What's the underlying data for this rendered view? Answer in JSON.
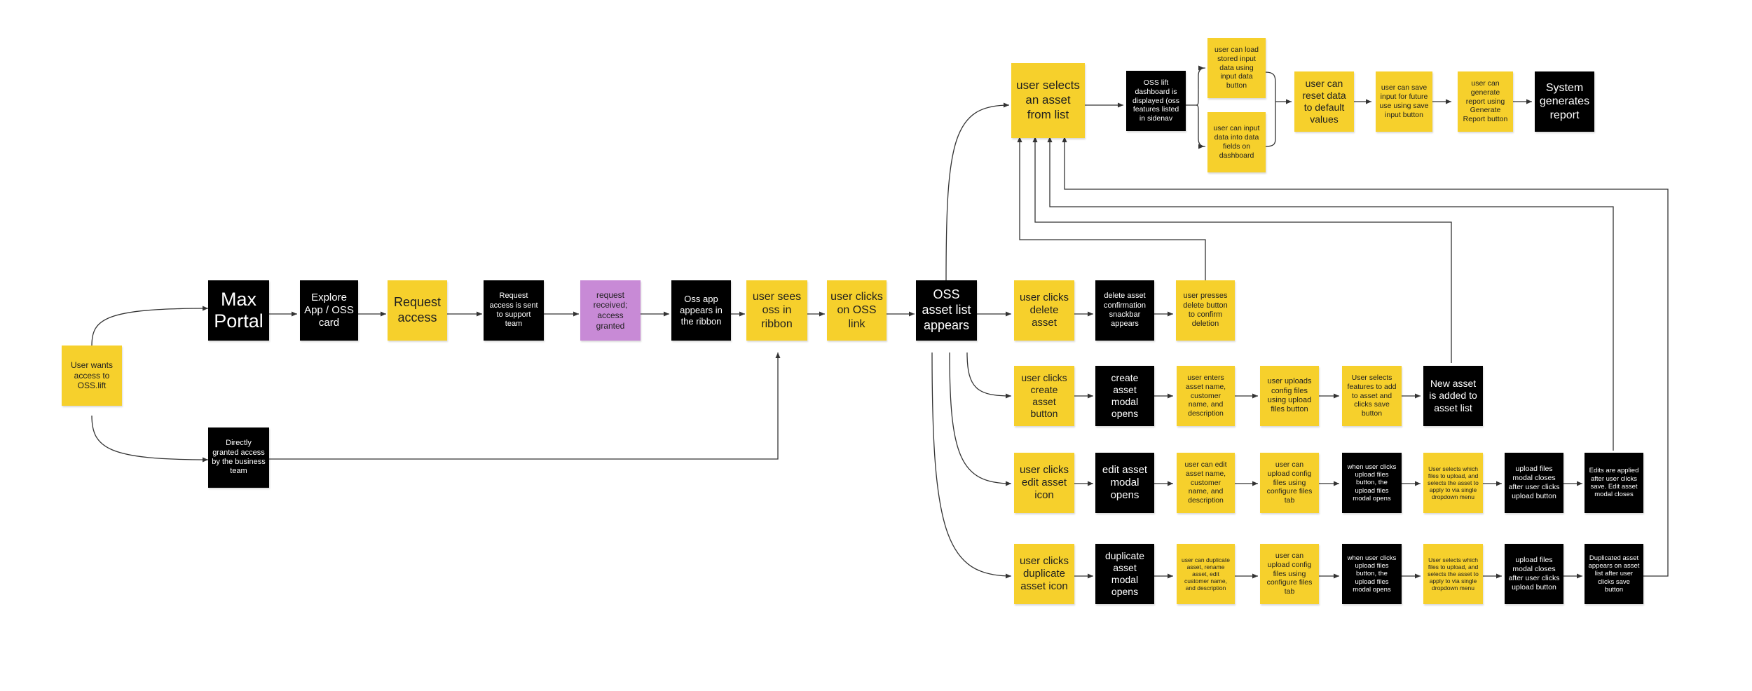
{
  "nodes": {
    "user_wants_access": "User wants access to OSS.lift",
    "max_portal": "Max Portal",
    "explore_app": "Explore App / OSS card",
    "request_access": "Request access",
    "request_sent": "Request access is sent to support team",
    "request_received": "request received; access granted",
    "oss_app_ribbon": "Oss app appears in the ribbon",
    "user_sees_oss": "user sees oss in ribbon",
    "user_clicks_oss": "user clicks on OSS link",
    "directly_granted": "Directly granted access by the business team",
    "oss_asset_list": "OSS asset list appears",
    "user_selects_asset": "user selects an asset from list",
    "dashboard_displayed": "OSS lift dashboard is displayed (oss features listed in sidenav",
    "load_input": "user can load stored input data using input data button",
    "input_data": "user can input data into data fields on dashboard",
    "reset_data": "user can reset data to default values",
    "save_input": "user can save input for future use using save input  button",
    "generate_report": "user can generate report using Generate Report button",
    "system_report": "System generates report",
    "clicks_delete": "user clicks delete asset",
    "delete_snackbar": "delete asset confirmation snackbar appears",
    "presses_delete": "user presses delete button to  confirm deletion",
    "clicks_create": "user clicks create asset button",
    "create_modal": "create asset modal opens",
    "enters_asset_name": "user enters asset name, customer name, and description",
    "uploads_config": "user uploads config files using upload files button",
    "selects_features": "User selects features to add to asset and clicks save button",
    "new_asset_added": "New asset is added to asset list",
    "clicks_edit": "user clicks edit asset icon",
    "edit_modal": "edit asset modal opens",
    "edit_asset_name": "user can edit asset name, customer name, and description",
    "edit_upload_config": "user can upload config files using configure files tab",
    "edit_upload_modal": "when user clicks upload files button, the upload files modal opens",
    "edit_selects_files": "User selects which files to upload, and selects the asset to apply to via single dropdown menu",
    "edit_modal_closes": "upload files modal closes after user clicks upload button",
    "edits_applied": "Edits are applied after user clicks save. Edit asset modal closes",
    "clicks_duplicate": "user clicks duplicate asset icon",
    "duplicate_modal": "duplicate asset modal opens",
    "dup_asset_name": "user can duplicate asset, rename asset, edit customer name, and  description",
    "dup_upload_config": "user can upload config files using configure files tab",
    "dup_upload_modal": "when user clicks upload files button, the upload files modal opens",
    "dup_selects_files": "User selects which files to upload, and selects the asset to apply to via single dropdown menu",
    "dup_modal_closes": "upload files modal closes after user clicks upload button",
    "duplicated_appears": "Duplicated asset appears on asset list after user clicks save button"
  },
  "colors": {
    "yellow": "#f6d02c",
    "black": "#000000",
    "purple": "#c88ad6",
    "line": "#333333"
  }
}
